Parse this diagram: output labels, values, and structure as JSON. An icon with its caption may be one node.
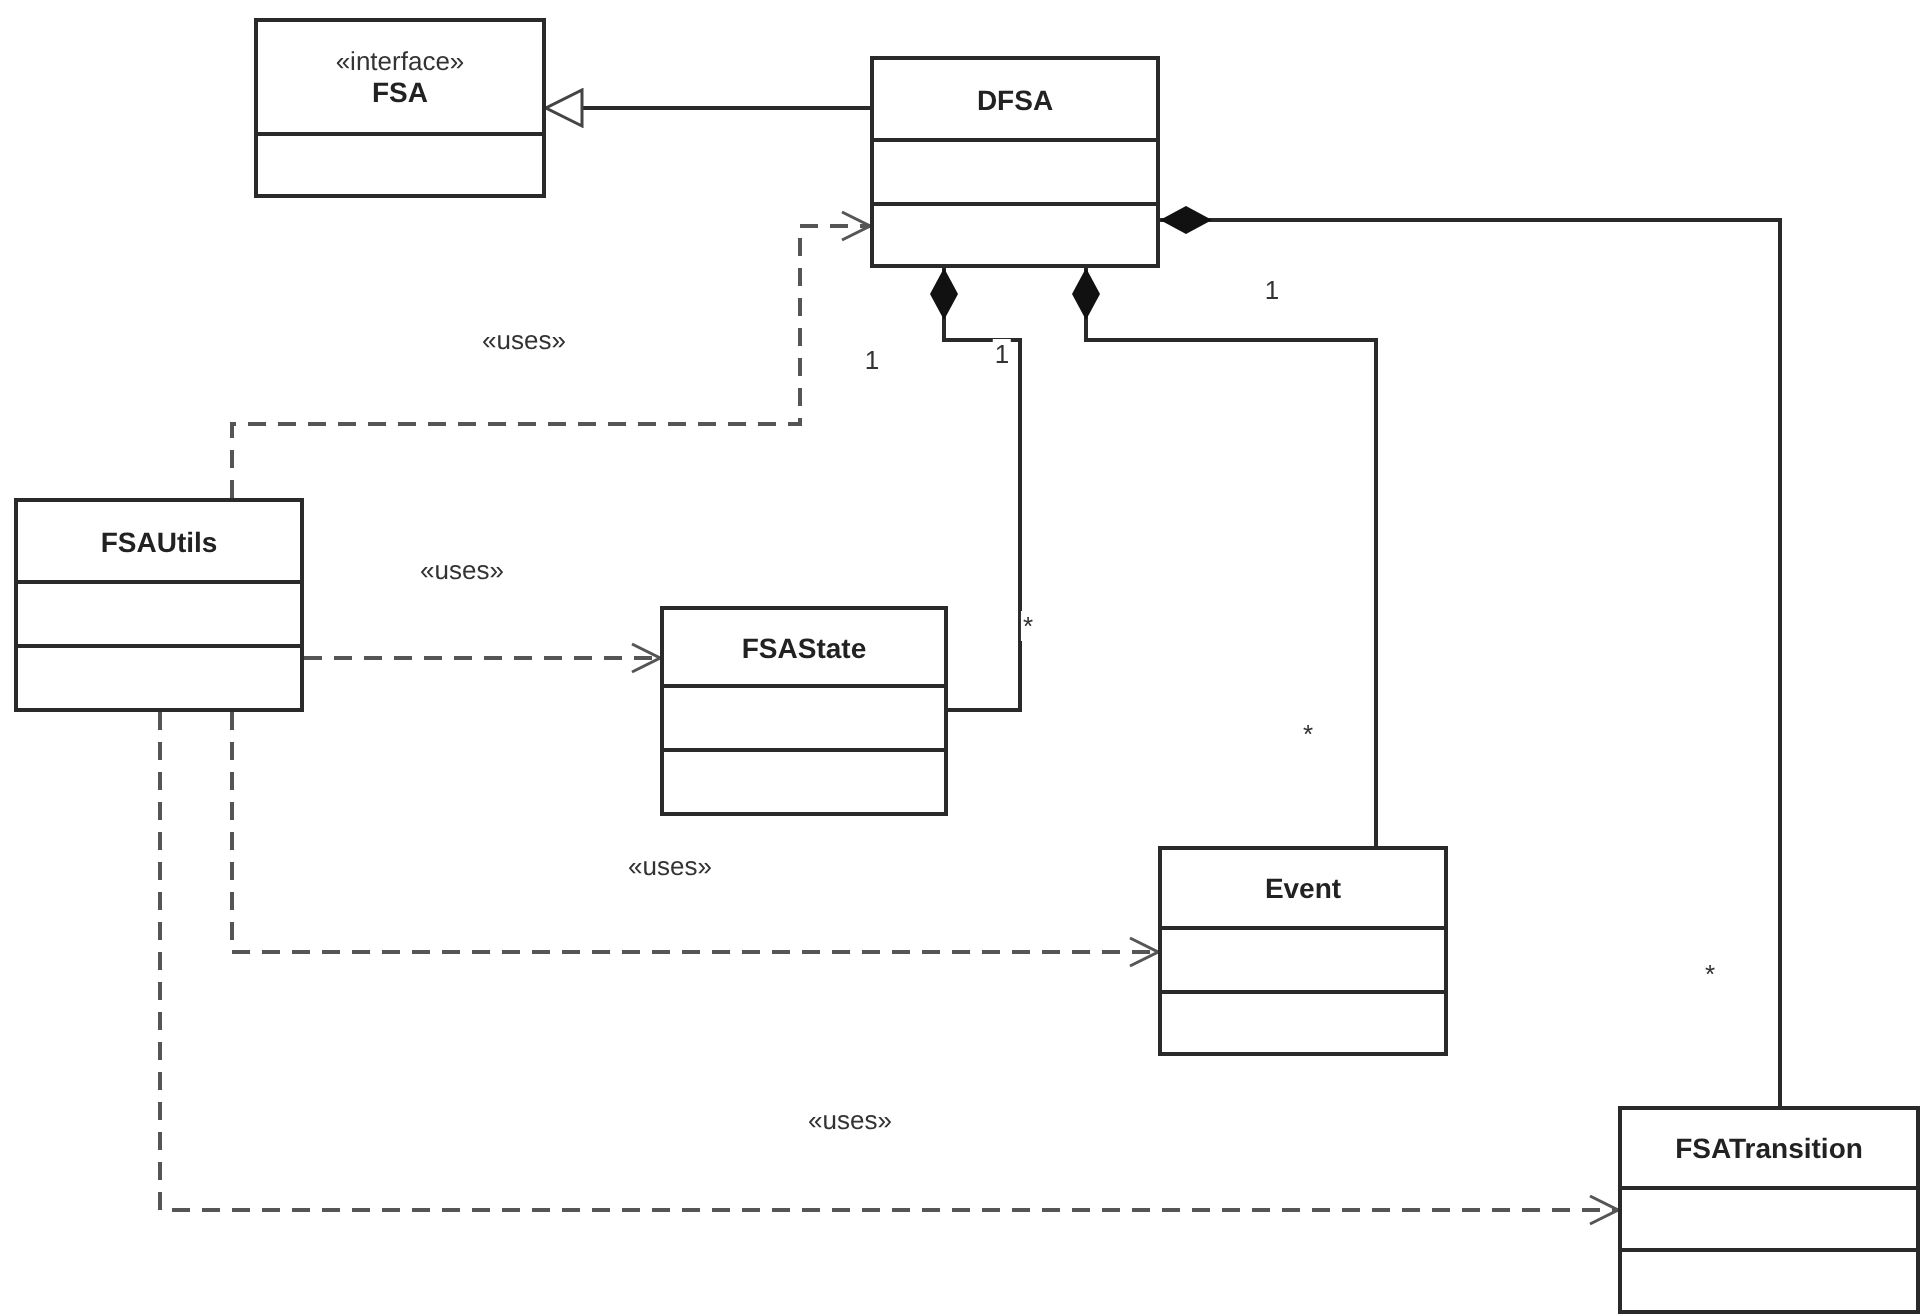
{
  "diagram": {
    "nodes": [
      {
        "text": [
          "«interface»",
          "FSA"
        ]
      },
      {
        "text": [
          "DFSA"
        ]
      },
      {
        "text": [
          "FSAUtils"
        ]
      },
      {
        "text": [
          "FSAState"
        ]
      },
      {
        "text": [
          "Event"
        ]
      },
      {
        "text": [
          "FSATransition"
        ]
      }
    ],
    "edges": [
      {
        "from": 1,
        "to": 0,
        "arrow": "to"
      },
      {
        "from": 2,
        "to": 1,
        "arrow": "to",
        "style": "dashed",
        "label": "«uses»"
      },
      {
        "from": 1,
        "to": 3,
        "arrow": "other"
      },
      {
        "from": 1,
        "to": 4,
        "arrow": "other"
      },
      {
        "from": 1,
        "to": 5,
        "arrow": "other"
      },
      {
        "from": 2,
        "to": 3,
        "arrow": "to",
        "style": "dashed",
        "label": "«uses»"
      },
      {
        "from": 2,
        "to": 4,
        "arrow": "to",
        "style": "dashed",
        "label": "«uses»"
      },
      {
        "from": 2,
        "to": 5,
        "arrow": "to",
        "style": "dashed",
        "label": "«uses»"
      }
    ],
    "labels": [
      "1",
      "1",
      "1",
      "*",
      "*",
      "*"
    ]
  }
}
